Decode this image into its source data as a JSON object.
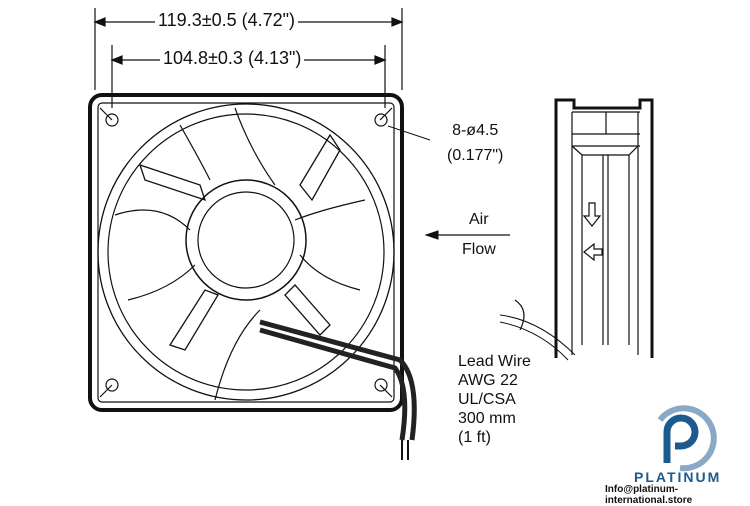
{
  "dimensions": {
    "overall": "119.3±0.5 (4.72\")",
    "hole_spacing": "104.8±0.3 (4.13\")"
  },
  "holes": {
    "line1": "8-ø4.5",
    "line2": "(0.177\")"
  },
  "airflow": {
    "line1": "Air",
    "line2": "Flow"
  },
  "lead_wire": [
    "Lead Wire",
    "AWG 22",
    "UL/CSA",
    "300 mm",
    "(1 ft)"
  ],
  "watermark": {
    "brand": "PLATINUM",
    "email": "Info@platinum-international.store",
    "color": "#1d5b8f"
  }
}
